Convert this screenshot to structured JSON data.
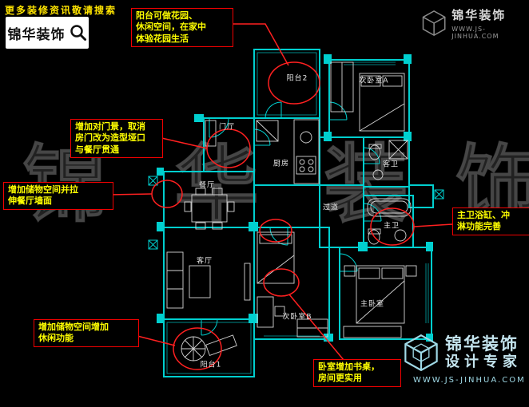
{
  "topbar": {
    "tagline": "更多装修资讯敬请搜索",
    "logo_label": "锦华装饰"
  },
  "brand_top_right": {
    "name": "锦华装饰",
    "website": "WWW.JS-JINHUA.COM"
  },
  "brand_bottom_right": {
    "name": "锦华装饰",
    "slogan": "设计专家",
    "website": "WWW.JS-JINHUA.COM"
  },
  "watermark": {
    "char1": "锦",
    "char2": "华",
    "char3": "装",
    "char4": "饰"
  },
  "rooms": [
    {
      "label": "阳台2"
    },
    {
      "label": "次卧室A"
    },
    {
      "label": "门厅"
    },
    {
      "label": "厨房"
    },
    {
      "label": "餐厅"
    },
    {
      "label": "客卫"
    },
    {
      "label": "过道"
    },
    {
      "label": "主卫"
    },
    {
      "label": "客厅"
    },
    {
      "label": "次卧室B"
    },
    {
      "label": "主卧室"
    },
    {
      "label": "阳台1"
    }
  ],
  "annotations": [
    {
      "text": "阳台可做花园、\n休闲空间，在家中\n体验花园生活"
    },
    {
      "text": "增加对门景，取消\n房门改为造型垭口\n与餐厅贯通"
    },
    {
      "text": "增加储物空间并拉\n伸餐厅墙面"
    },
    {
      "text": "增加储物空间增加\n休闲功能"
    },
    {
      "text": "主卫浴缸、冲\n淋功能完善"
    },
    {
      "text": "卧室增加书桌，\n房间更实用"
    }
  ],
  "colors": {
    "wall": "#00cfcf",
    "furniture": "#d4d4d4",
    "annotation": "#ff2020",
    "annotation_text": "#ffff00"
  }
}
